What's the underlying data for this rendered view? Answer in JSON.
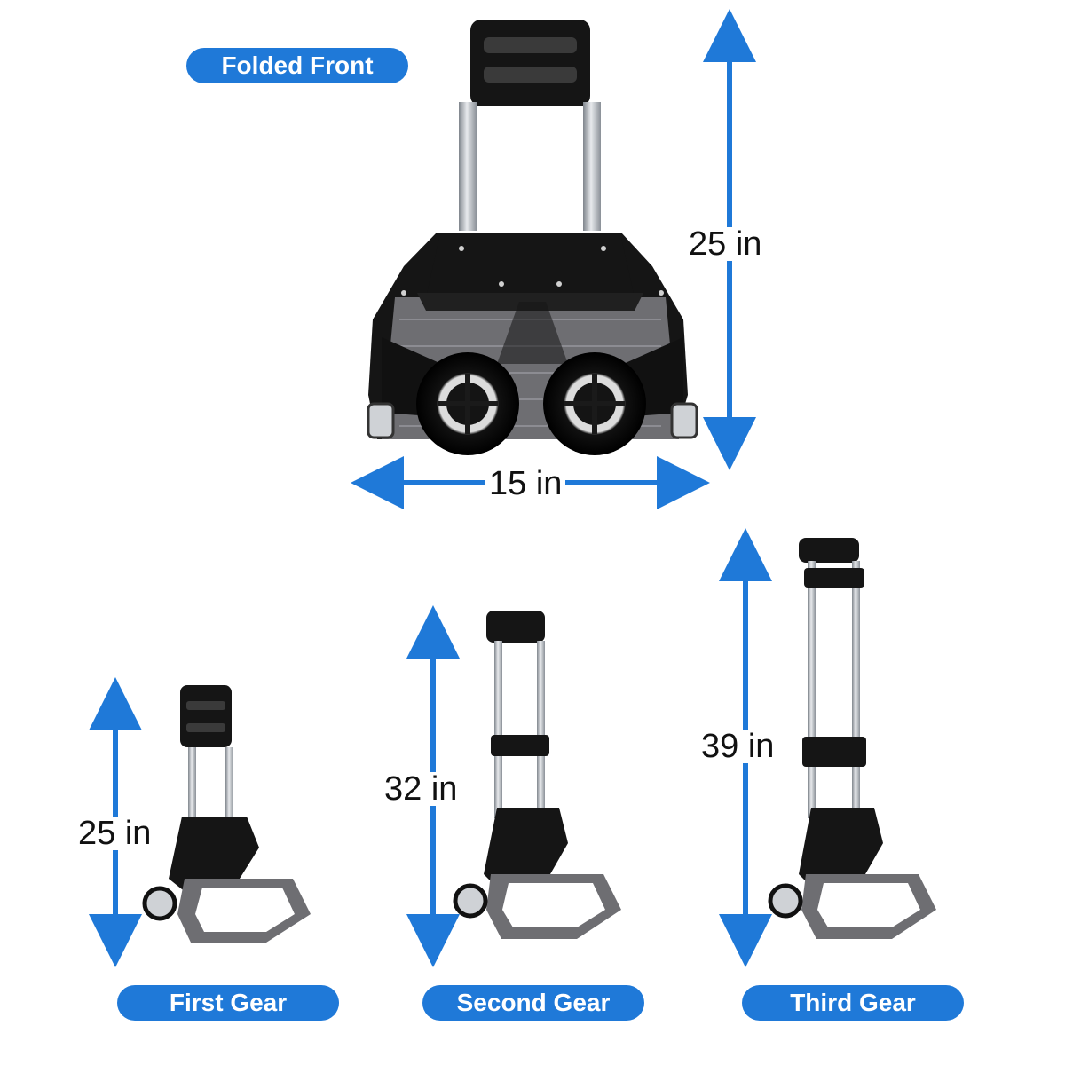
{
  "labels": {
    "folded_front": "Folded Front",
    "first_gear": "First Gear",
    "second_gear": "Second Gear",
    "third_gear": "Third Gear"
  },
  "dimensions": {
    "folded_height": "25 in",
    "folded_width": "15 in",
    "first_height": "25 in",
    "second_height": "32 in",
    "third_height": "39 in"
  },
  "colors": {
    "accent_blue": "#1f79d8",
    "frame_black": "#151515",
    "aluminum": "#b8bcc2",
    "plate_gray": "#6e6e72"
  }
}
